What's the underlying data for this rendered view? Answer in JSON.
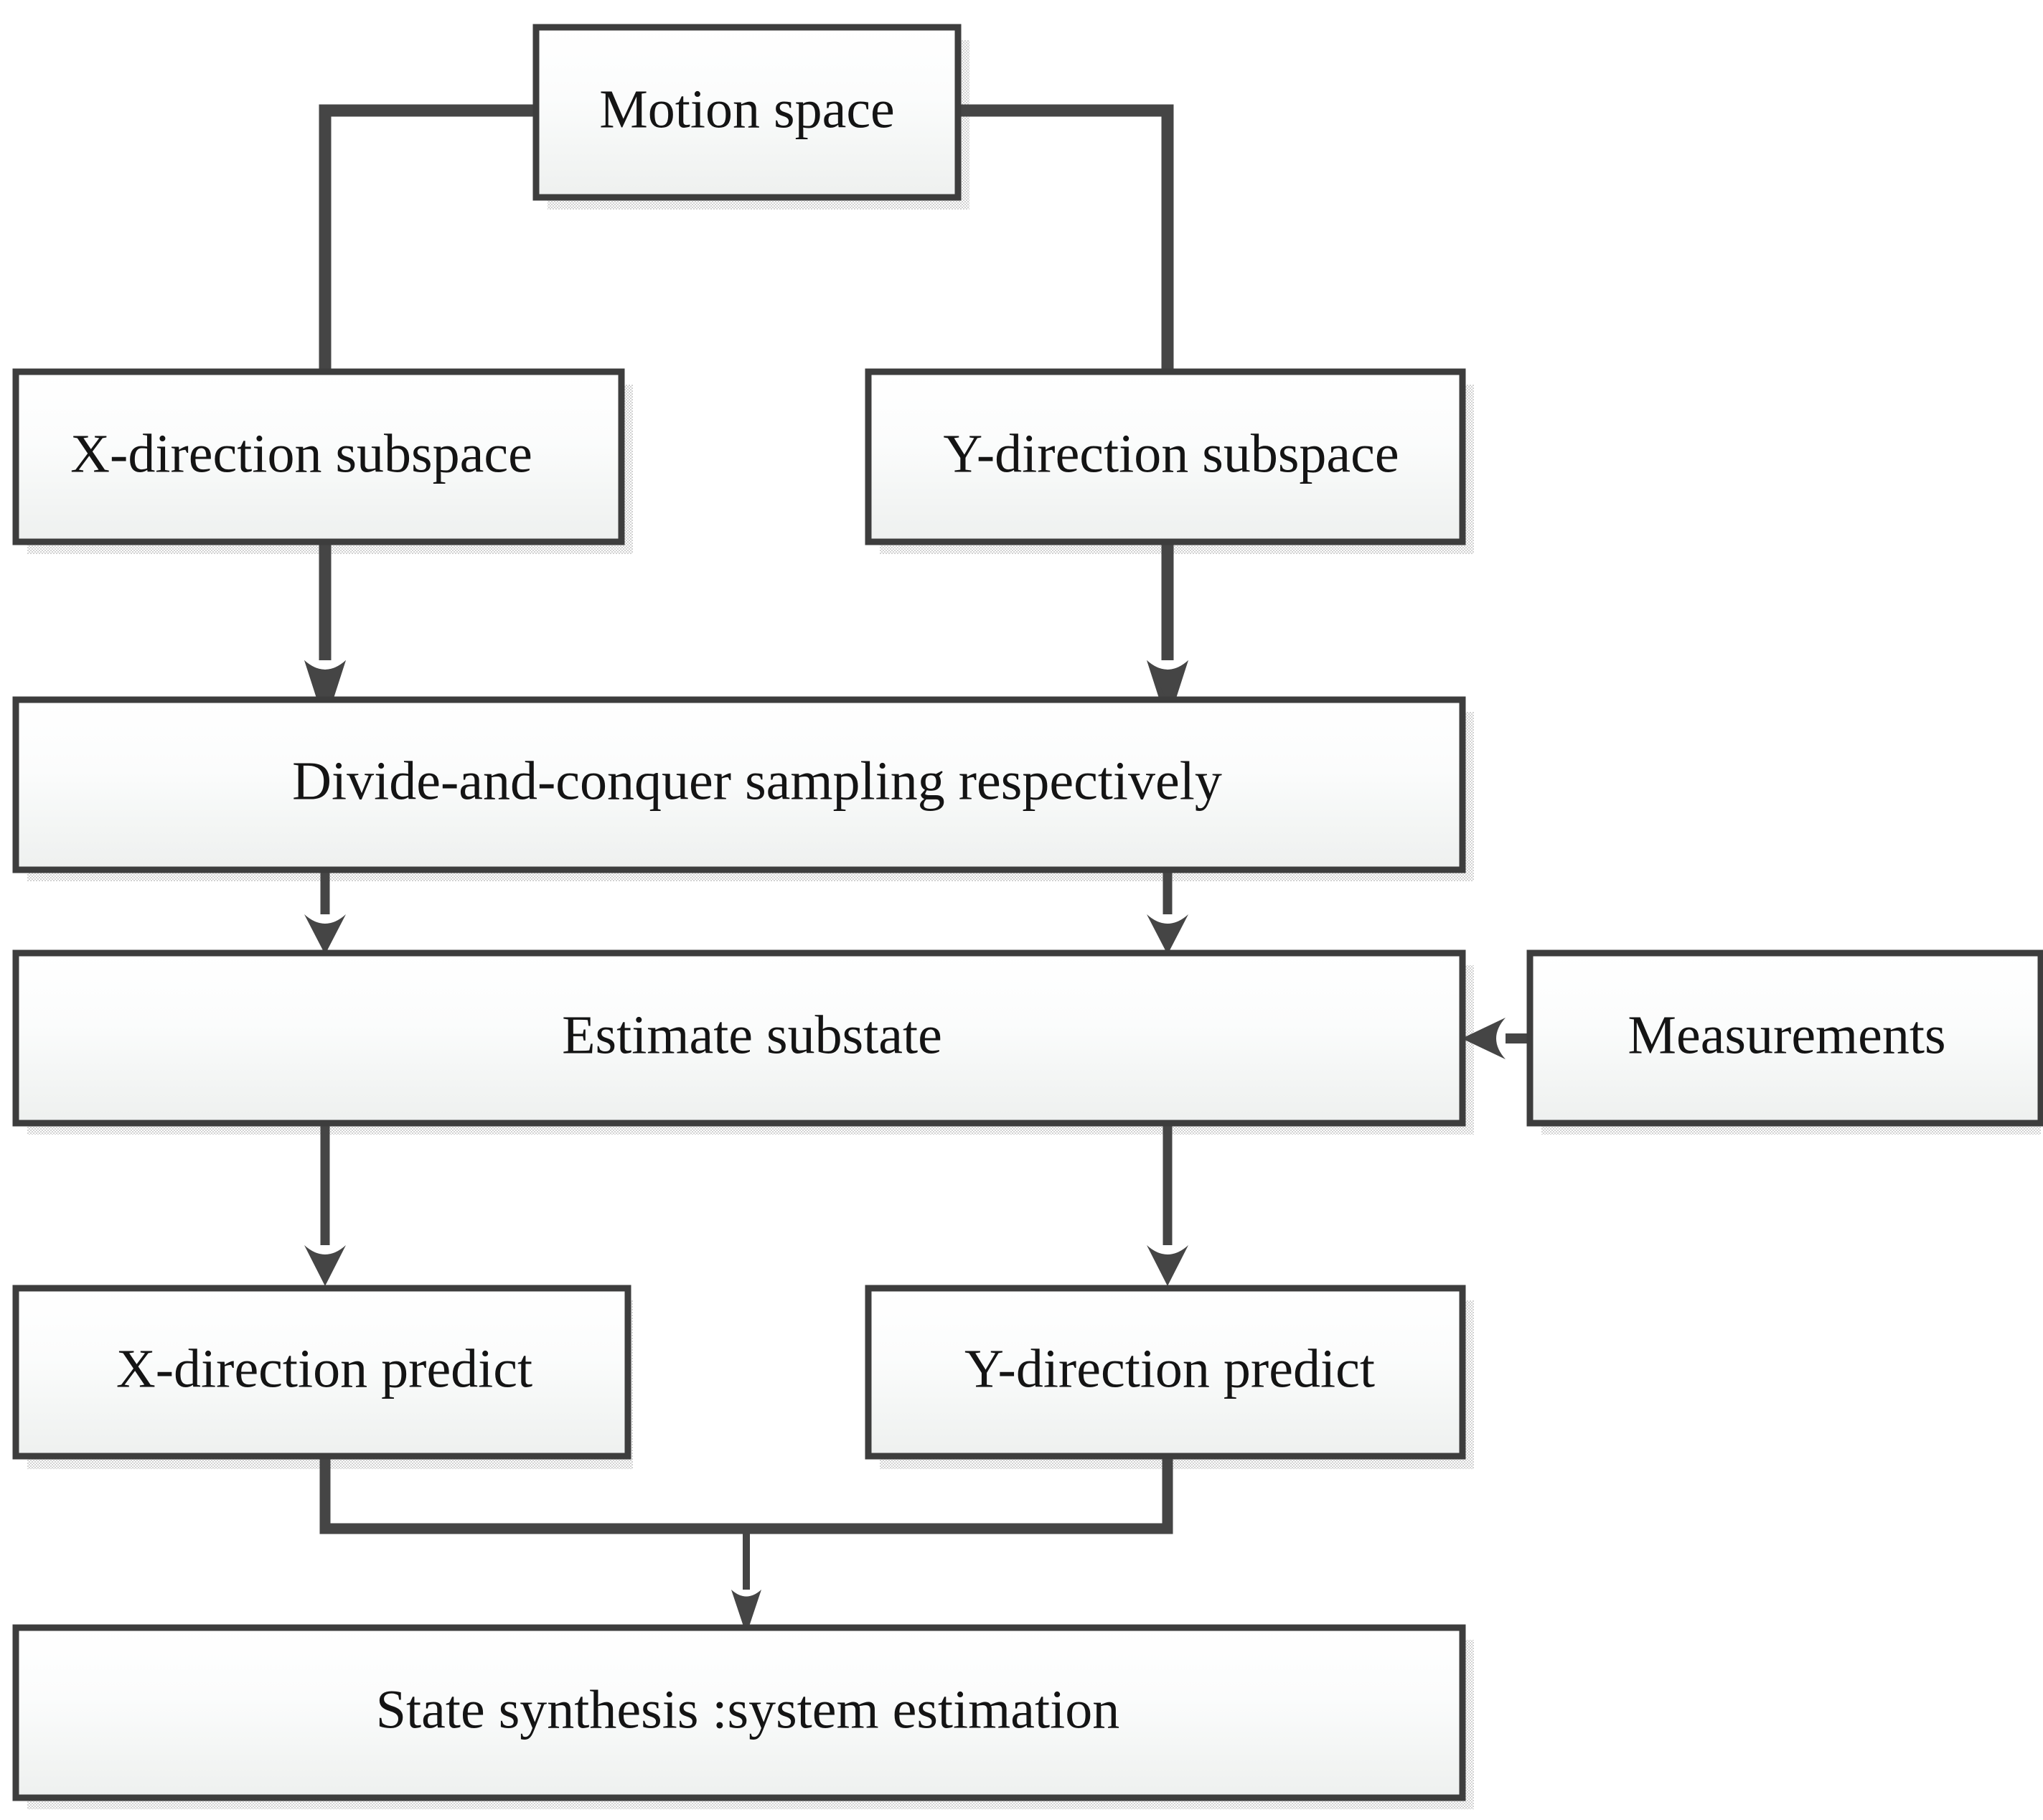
{
  "diagram": {
    "title": "Divide-and-conquer estimation flowchart",
    "type": "flowchart",
    "style": {
      "background_color": "#ffffff",
      "box_border_color": "#3d3d3d",
      "box_fill_top_color": "#ffffff",
      "box_fill_bottom_color": "#eff1f0",
      "connector_color": "#454545",
      "shadow_color": "#d9d9d9",
      "text_color": "#141414"
    },
    "nodes": [
      {
        "id": "motion-space",
        "label": "Motion space"
      },
      {
        "id": "x-direction-subspace",
        "label": "X-direction subspace"
      },
      {
        "id": "y-direction-subspace",
        "label": "Y-direction subspace"
      },
      {
        "id": "divide-and-conquer-sampling",
        "label": "Divide-and-conquer sampling respectively"
      },
      {
        "id": "estimate-substate",
        "label": "Estimate substate"
      },
      {
        "id": "measurements",
        "label": "Measurements"
      },
      {
        "id": "x-direction-predict",
        "label": "X-direction predict"
      },
      {
        "id": "y-direction-predict",
        "label": "Y-direction predict"
      },
      {
        "id": "state-synthesis",
        "label": "State synthesis :system estimation"
      }
    ],
    "edges": [
      {
        "from": "motion-space",
        "to": "x-direction-subspace",
        "kind": "elbow-left"
      },
      {
        "from": "motion-space",
        "to": "y-direction-subspace",
        "kind": "elbow-right"
      },
      {
        "from": "x-direction-subspace",
        "to": "divide-and-conquer-sampling",
        "kind": "straight-down"
      },
      {
        "from": "y-direction-subspace",
        "to": "divide-and-conquer-sampling",
        "kind": "straight-down"
      },
      {
        "from": "divide-and-conquer-sampling",
        "to": "estimate-substate",
        "kind": "straight-down-left"
      },
      {
        "from": "divide-and-conquer-sampling",
        "to": "estimate-substate",
        "kind": "straight-down-right"
      },
      {
        "from": "measurements",
        "to": "estimate-substate",
        "kind": "straight-left"
      },
      {
        "from": "estimate-substate",
        "to": "x-direction-predict",
        "kind": "straight-down"
      },
      {
        "from": "estimate-substate",
        "to": "y-direction-predict",
        "kind": "straight-down"
      },
      {
        "from": "x-direction-predict",
        "to": "state-synthesis",
        "kind": "merge"
      },
      {
        "from": "y-direction-predict",
        "to": "state-synthesis",
        "kind": "merge"
      }
    ]
  }
}
